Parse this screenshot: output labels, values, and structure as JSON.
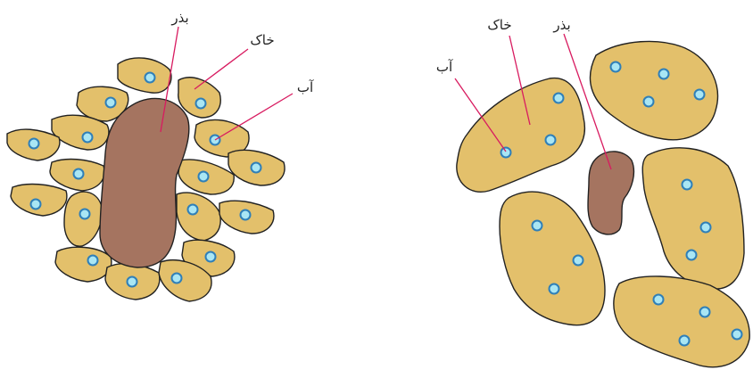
{
  "colors": {
    "soil": "#e3c06b",
    "soil_outline": "#222222",
    "seed": "#a57460",
    "seed_outline": "#222222",
    "water_fill": "#a9e6f4",
    "water_ring": "#2f7fb8",
    "pointer": "#d81b60"
  },
  "left_panel": {
    "label_seed": "بذر",
    "label_soil": "خاک",
    "label_water": "آب"
  },
  "right_panel": {
    "label_seed": "بذر",
    "label_soil": "خاک",
    "label_water": "آب"
  }
}
